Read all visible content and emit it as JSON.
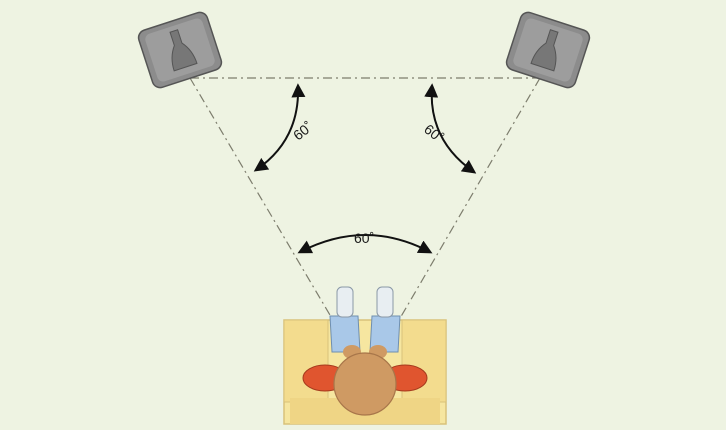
{
  "angles": {
    "left_label": "60˚",
    "right_label": "60˚",
    "listener_label": "60˚"
  },
  "colors": {
    "background": "#eef3e2",
    "speaker_body": "#8c8c8c",
    "seat": "#f6e6a0",
    "seat_edge": "#d8c27a",
    "legs": "#a9c8e8",
    "arms": "#e0552f",
    "head": "#cf9a63",
    "guide_lines": "#7d7d6d",
    "arrows": "#111111"
  },
  "icons": {
    "left_speaker": "speaker-icon",
    "right_speaker": "speaker-icon",
    "listener": "person-top-view-icon"
  }
}
